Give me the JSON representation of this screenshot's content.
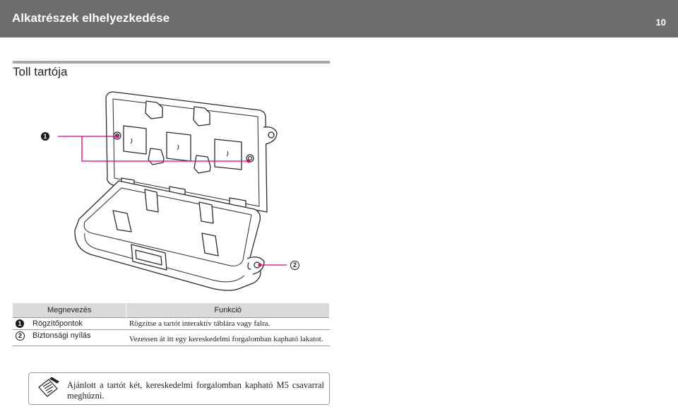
{
  "header": {
    "title": "Alkatrészek elhelyezkedése",
    "page_number": "10"
  },
  "section": {
    "title": "Toll tartója"
  },
  "callouts": [
    {
      "label": "1",
      "color": "#e0007a"
    },
    {
      "label": "2",
      "color": "#e0007a"
    }
  ],
  "table": {
    "headers": [
      "Megnevezés",
      "Funkció"
    ],
    "rows": [
      {
        "num": "1",
        "name": "Rögzítőpontok",
        "function": "Rögzítse a tartót interaktív táblára vagy falra."
      },
      {
        "num": "2",
        "name": "Biztonsági nyílás",
        "function": "Vezessen át itt egy kereskedelmi forgalomban kapható lakatot."
      }
    ]
  },
  "note": {
    "icon": "note-pencil-icon",
    "text": "Ajánlott a tartót két, kereskedelmi forgalomban kapható M5 csavarral meghúzni."
  }
}
